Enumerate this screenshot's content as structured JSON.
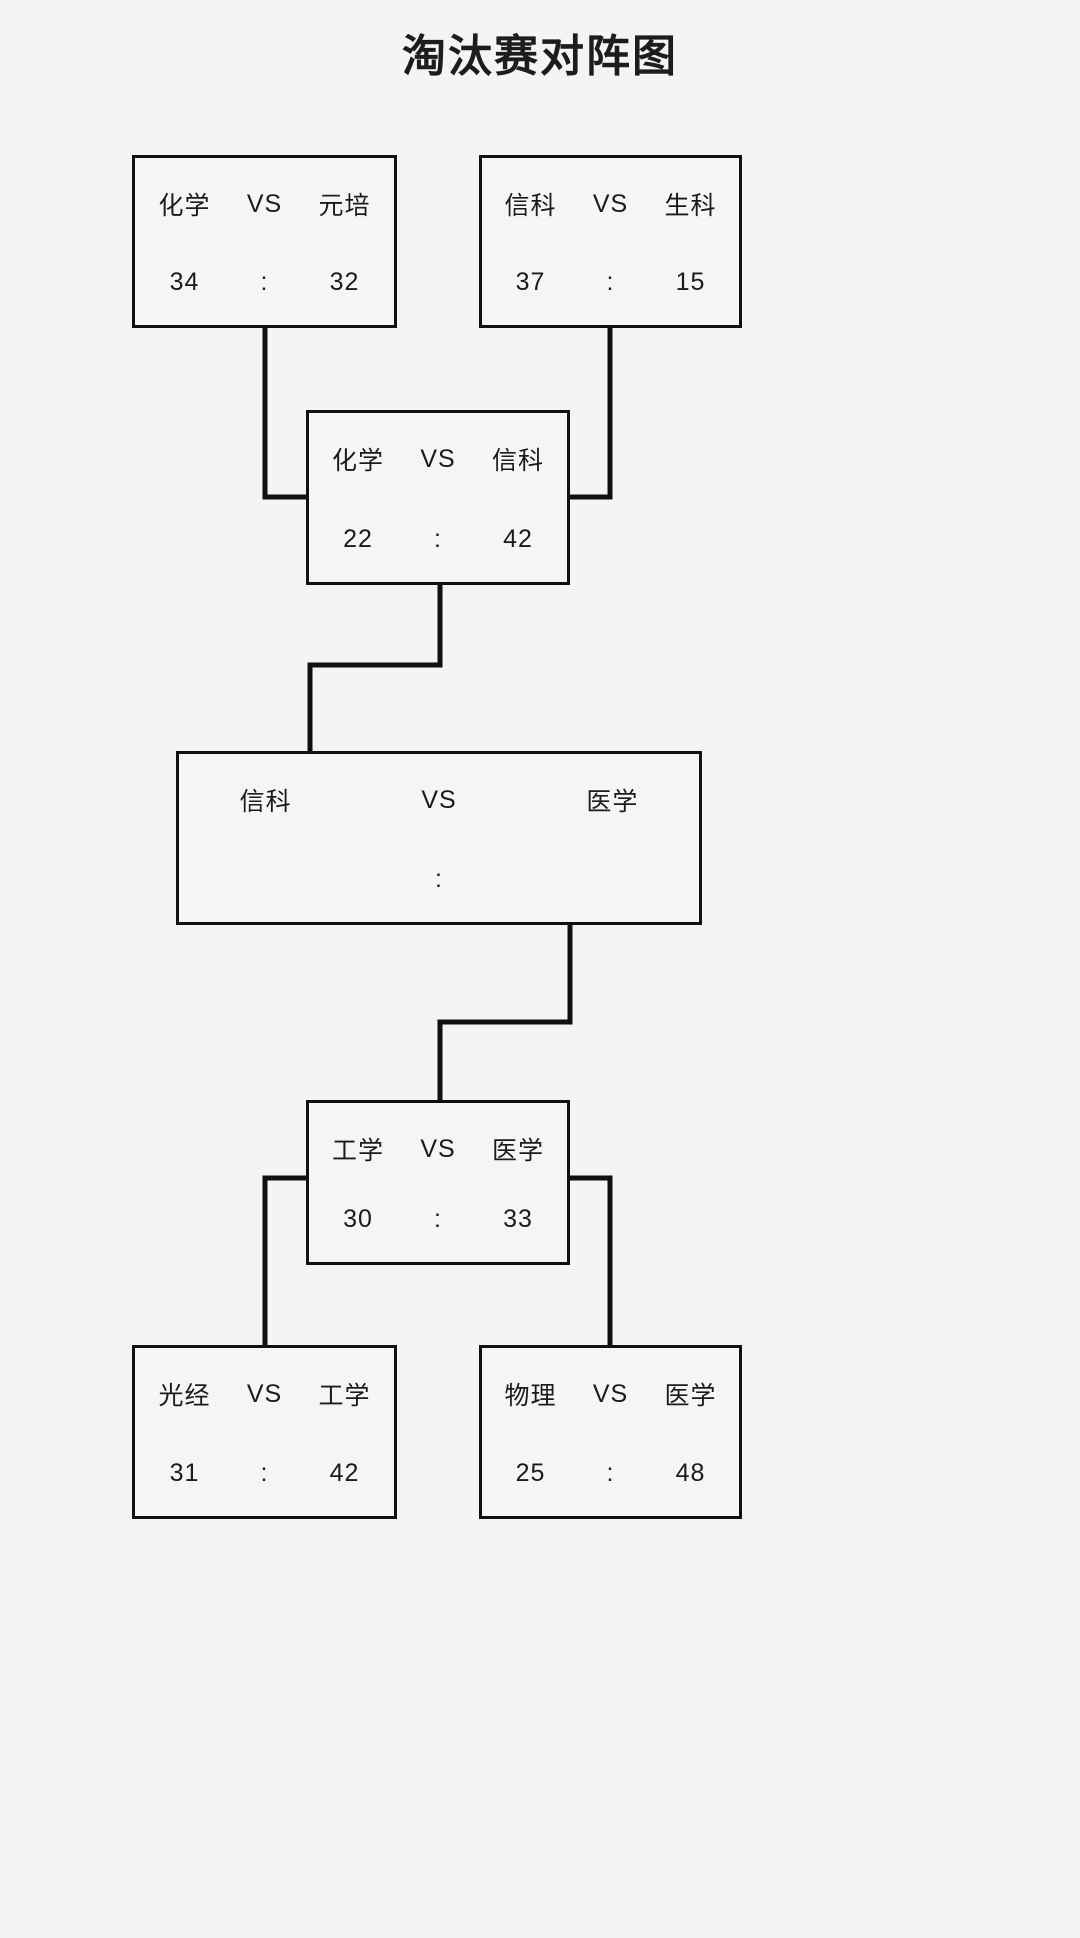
{
  "title": "淘汰赛对阵图",
  "colors": {
    "background": "#f4f4f4",
    "box_fill": "#f5f5f5",
    "line": "#111111",
    "text": "#1b1b1b"
  },
  "labels": {
    "vs": "VS",
    "colon": ":"
  },
  "chart_data": {
    "type": "diagram",
    "title": "淘汰赛对阵图",
    "subtype": "single-elimination-bracket",
    "matches": [
      {
        "id": "m1",
        "round": "quarterfinal-upper-left",
        "team_left": "化学",
        "team_right": "元培",
        "score_left": "34",
        "score_right": "32",
        "winner": "化学"
      },
      {
        "id": "m2",
        "round": "quarterfinal-upper-right",
        "team_left": "信科",
        "team_right": "生科",
        "score_left": "37",
        "score_right": "15",
        "winner": "信科"
      },
      {
        "id": "m3",
        "round": "semifinal-upper",
        "team_left": "化学",
        "team_right": "信科",
        "score_left": "22",
        "score_right": "42",
        "winner": "信科"
      },
      {
        "id": "m4",
        "round": "final",
        "team_left": "信科",
        "team_right": "医学",
        "score_left": "",
        "score_right": "",
        "winner": ""
      },
      {
        "id": "m5",
        "round": "semifinal-lower",
        "team_left": "工学",
        "team_right": "医学",
        "score_left": "30",
        "score_right": "33",
        "winner": "医学"
      },
      {
        "id": "m6",
        "round": "quarterfinal-lower-left",
        "team_left": "光经",
        "team_right": "工学",
        "score_left": "31",
        "score_right": "42",
        "winner": "工学"
      },
      {
        "id": "m7",
        "round": "quarterfinal-lower-right",
        "team_left": "物理",
        "team_right": "医学",
        "score_left": "25",
        "score_right": "48",
        "winner": "医学"
      }
    ]
  }
}
